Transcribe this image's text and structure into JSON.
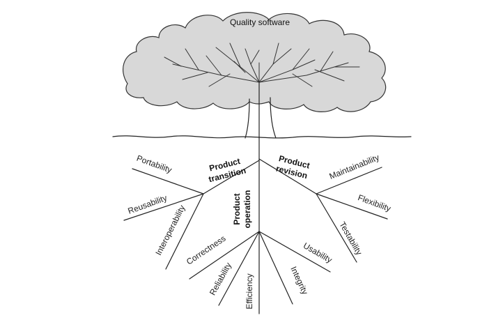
{
  "diagram": {
    "title": "Quality software",
    "categories": {
      "transition": [
        "Product",
        "transition"
      ],
      "revision": [
        "Product",
        "revision"
      ],
      "operation": [
        "Product",
        "operation"
      ]
    },
    "factors": {
      "portability": "Portability",
      "reusability": "Reusability",
      "interoperability": "Interoperability",
      "maintainability": "Maintainability",
      "flexibility": "Flexibility",
      "testability": "Testability",
      "correctness": "Correctness",
      "reliability": "Reliability",
      "efficiency": "Efficiency",
      "integrity": "Integrity",
      "usability": "Usability"
    }
  }
}
